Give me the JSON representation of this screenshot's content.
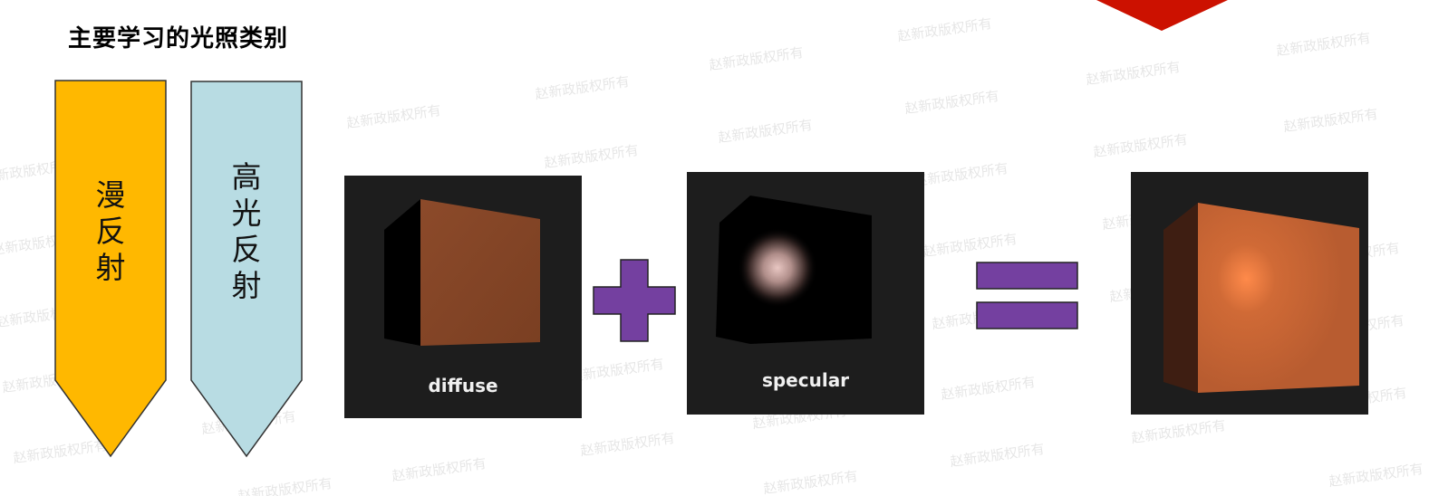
{
  "slide": {
    "title": "主要学习的光照类别",
    "watermark_text": "赵新政版权所有",
    "categories": [
      {
        "label_chars": [
          "漫",
          "反",
          "射"
        ],
        "color": "#FFB800"
      },
      {
        "label_chars": [
          "高",
          "光",
          "反",
          "射"
        ],
        "color": "#B8DCE3"
      }
    ],
    "panels": [
      {
        "label": "diffuse"
      },
      {
        "label": "specular"
      },
      {
        "label": ""
      }
    ],
    "operators": {
      "plus_color": "#7440A0",
      "equals_color": "#7440A0"
    },
    "accent_red": "#CC1100"
  }
}
